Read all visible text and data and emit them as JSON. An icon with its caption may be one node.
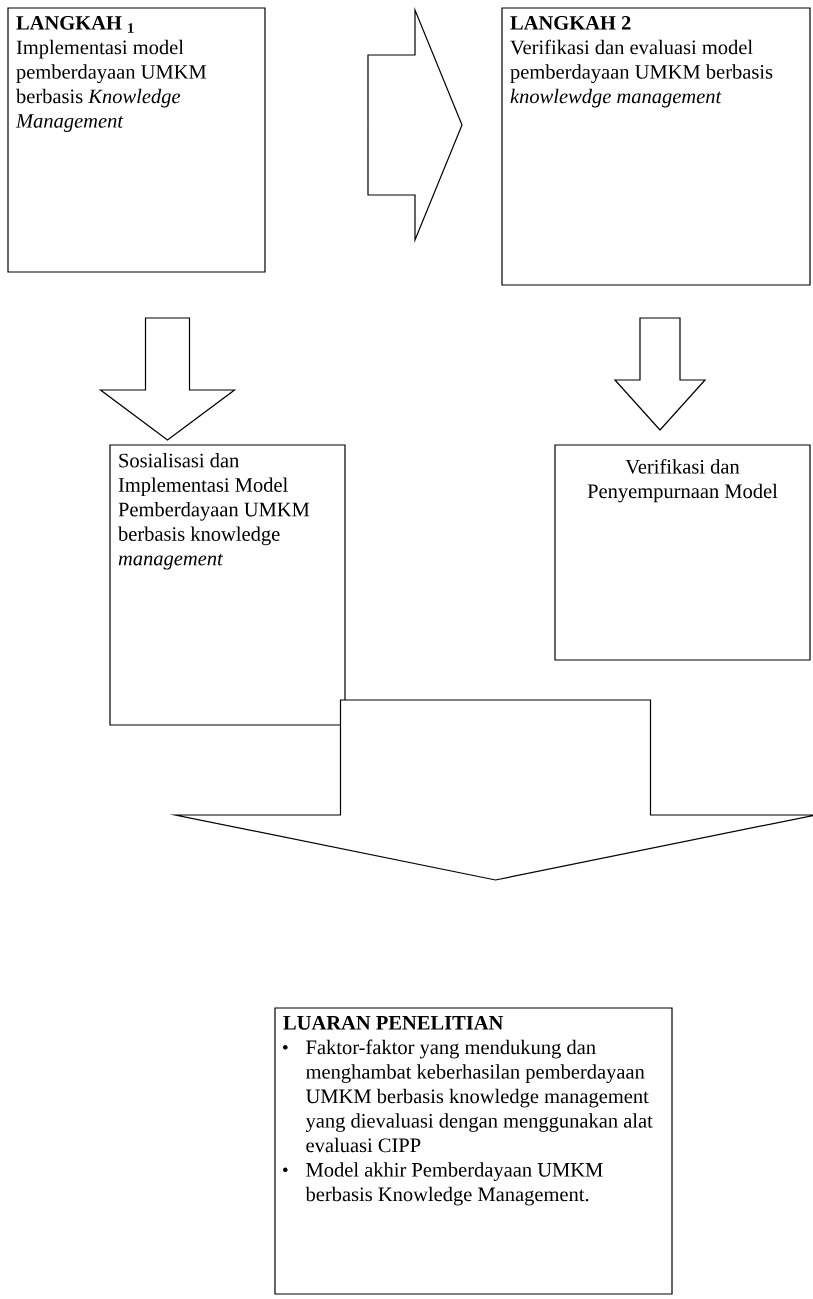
{
  "diagram": {
    "nodes": [
      {
        "text": [
          "LANGKAH $_{1}$",
          "Implementasi model pemberdayaan UMKM berbasis *Knowledge Management*"
        ]
      },
      {
        "text": [
          "LANGKAH 2",
          "Verifikasi dan evaluasi model pemberdayaan UMKM berbasis *knowlewdge management*"
        ]
      },
      {
        "text": [
          "Sosialisasi dan Implementasi Model Pemberdayaan UMKM berbasis knowledge *management*"
        ]
      },
      {
        "text": [
          "Verifikasi dan Penyempurnaan Model"
        ]
      },
      {
        "text": [
          "LUARAN PENELITIAN",
          "Faktor-faktor yang mendukung dan menghambat keberhasilan pemberdayaan UMKM berbasis knowledge management yang dievaluasi dengan menggunakan alat evaluasi CIPP",
          "Model akhir Pemberdayaan UMKM berbasis Knowledge Management."
        ]
      }
    ],
    "edges": [
      {
        "from": 0,
        "to": 1,
        "arrow": "to"
      },
      {
        "from": 0,
        "to": 2,
        "arrow": "to"
      },
      {
        "from": 1,
        "to": 3,
        "arrow": "to"
      },
      {
        "from": 2,
        "to": 4,
        "arrow": "to"
      },
      {
        "from": 3,
        "to": 4,
        "arrow": "to"
      }
    ]
  }
}
